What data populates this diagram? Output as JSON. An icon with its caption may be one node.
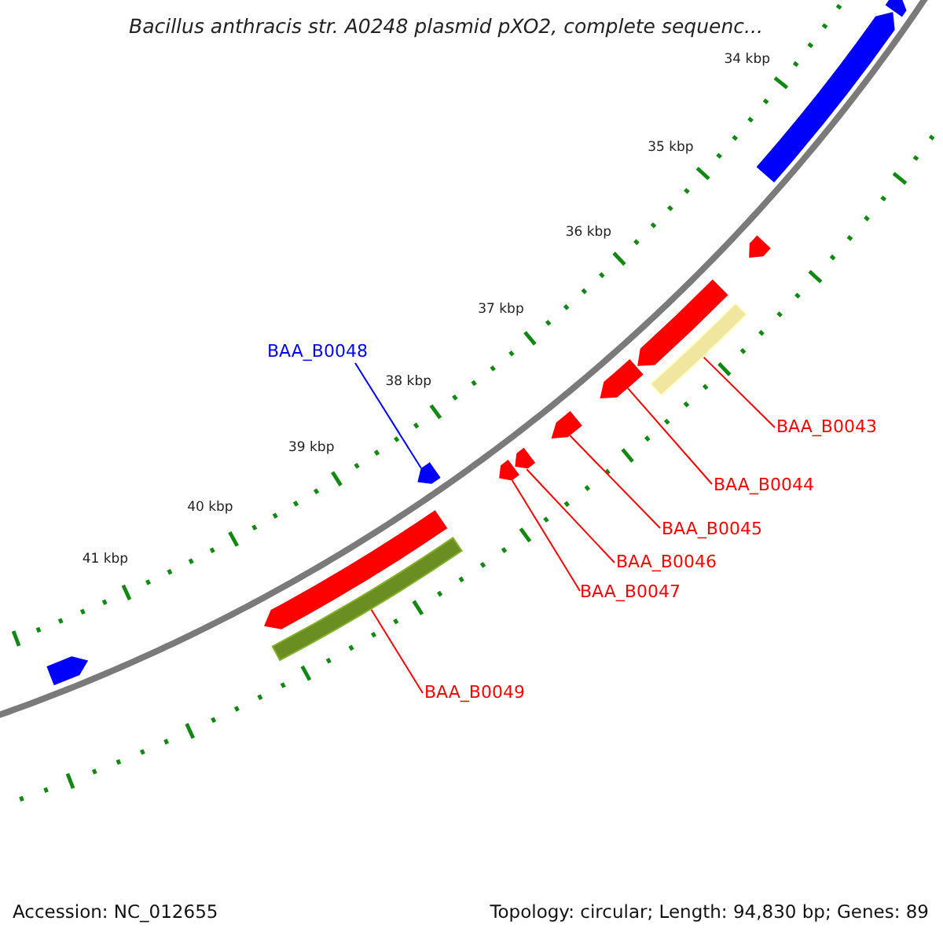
{
  "diagram": {
    "title": "Bacillus anthracis str. A0248 plasmid pXO2, complete sequenc...",
    "nodes": [
      {
        "text": [],
        "shape": "arrow"
      },
      {
        "text": [],
        "shape": "arrow"
      },
      {
        "text": [],
        "shape": "arrow"
      },
      {
        "text": [],
        "shape": "arrow"
      },
      {
        "text": [],
        "shape": "bar"
      },
      {
        "text": [],
        "shape": "arrow"
      },
      {
        "text": [],
        "shape": "arrow"
      },
      {
        "text": [],
        "shape": "arrow"
      },
      {
        "text": [],
        "shape": "arrow"
      },
      {
        "text": [],
        "shape": "arrow"
      },
      {
        "text": [],
        "shape": "arrow"
      },
      {
        "text": [],
        "shape": "bar"
      },
      {
        "text": [],
        "shape": "arrow"
      },
      {
        "text": [
          "BAA_B0048"
        ]
      },
      {
        "text": [
          "BAA_B0043"
        ]
      },
      {
        "text": [
          "BAA_B0044"
        ]
      },
      {
        "text": [
          "BAA_B0045"
        ]
      },
      {
        "text": [
          "BAA_B0046"
        ]
      },
      {
        "text": [
          "BAA_B0047"
        ]
      },
      {
        "text": [
          "BAA_B0049"
        ]
      }
    ],
    "edges": [
      {
        "from": 13,
        "to": 9,
        "arrow": "none",
        "color": "#0000ff"
      },
      {
        "from": 14,
        "to": 4,
        "arrow": "none"
      },
      {
        "from": 15,
        "to": 5,
        "arrow": "none"
      },
      {
        "from": 16,
        "to": 6,
        "arrow": "none"
      },
      {
        "from": 17,
        "to": 7,
        "arrow": "none"
      },
      {
        "from": 18,
        "to": 8,
        "arrow": "none"
      },
      {
        "from": 19,
        "to": 11,
        "arrow": "none"
      }
    ],
    "labels": [
      "34 kbp",
      "35 kbp",
      "36 kbp",
      "37 kbp",
      "38 kbp",
      "39 kbp",
      "40 kbp",
      "41 kbp",
      "Accession: NC_012655",
      "Topology: circular; Length: 94,830 bp; Genes: 89"
    ]
  }
}
